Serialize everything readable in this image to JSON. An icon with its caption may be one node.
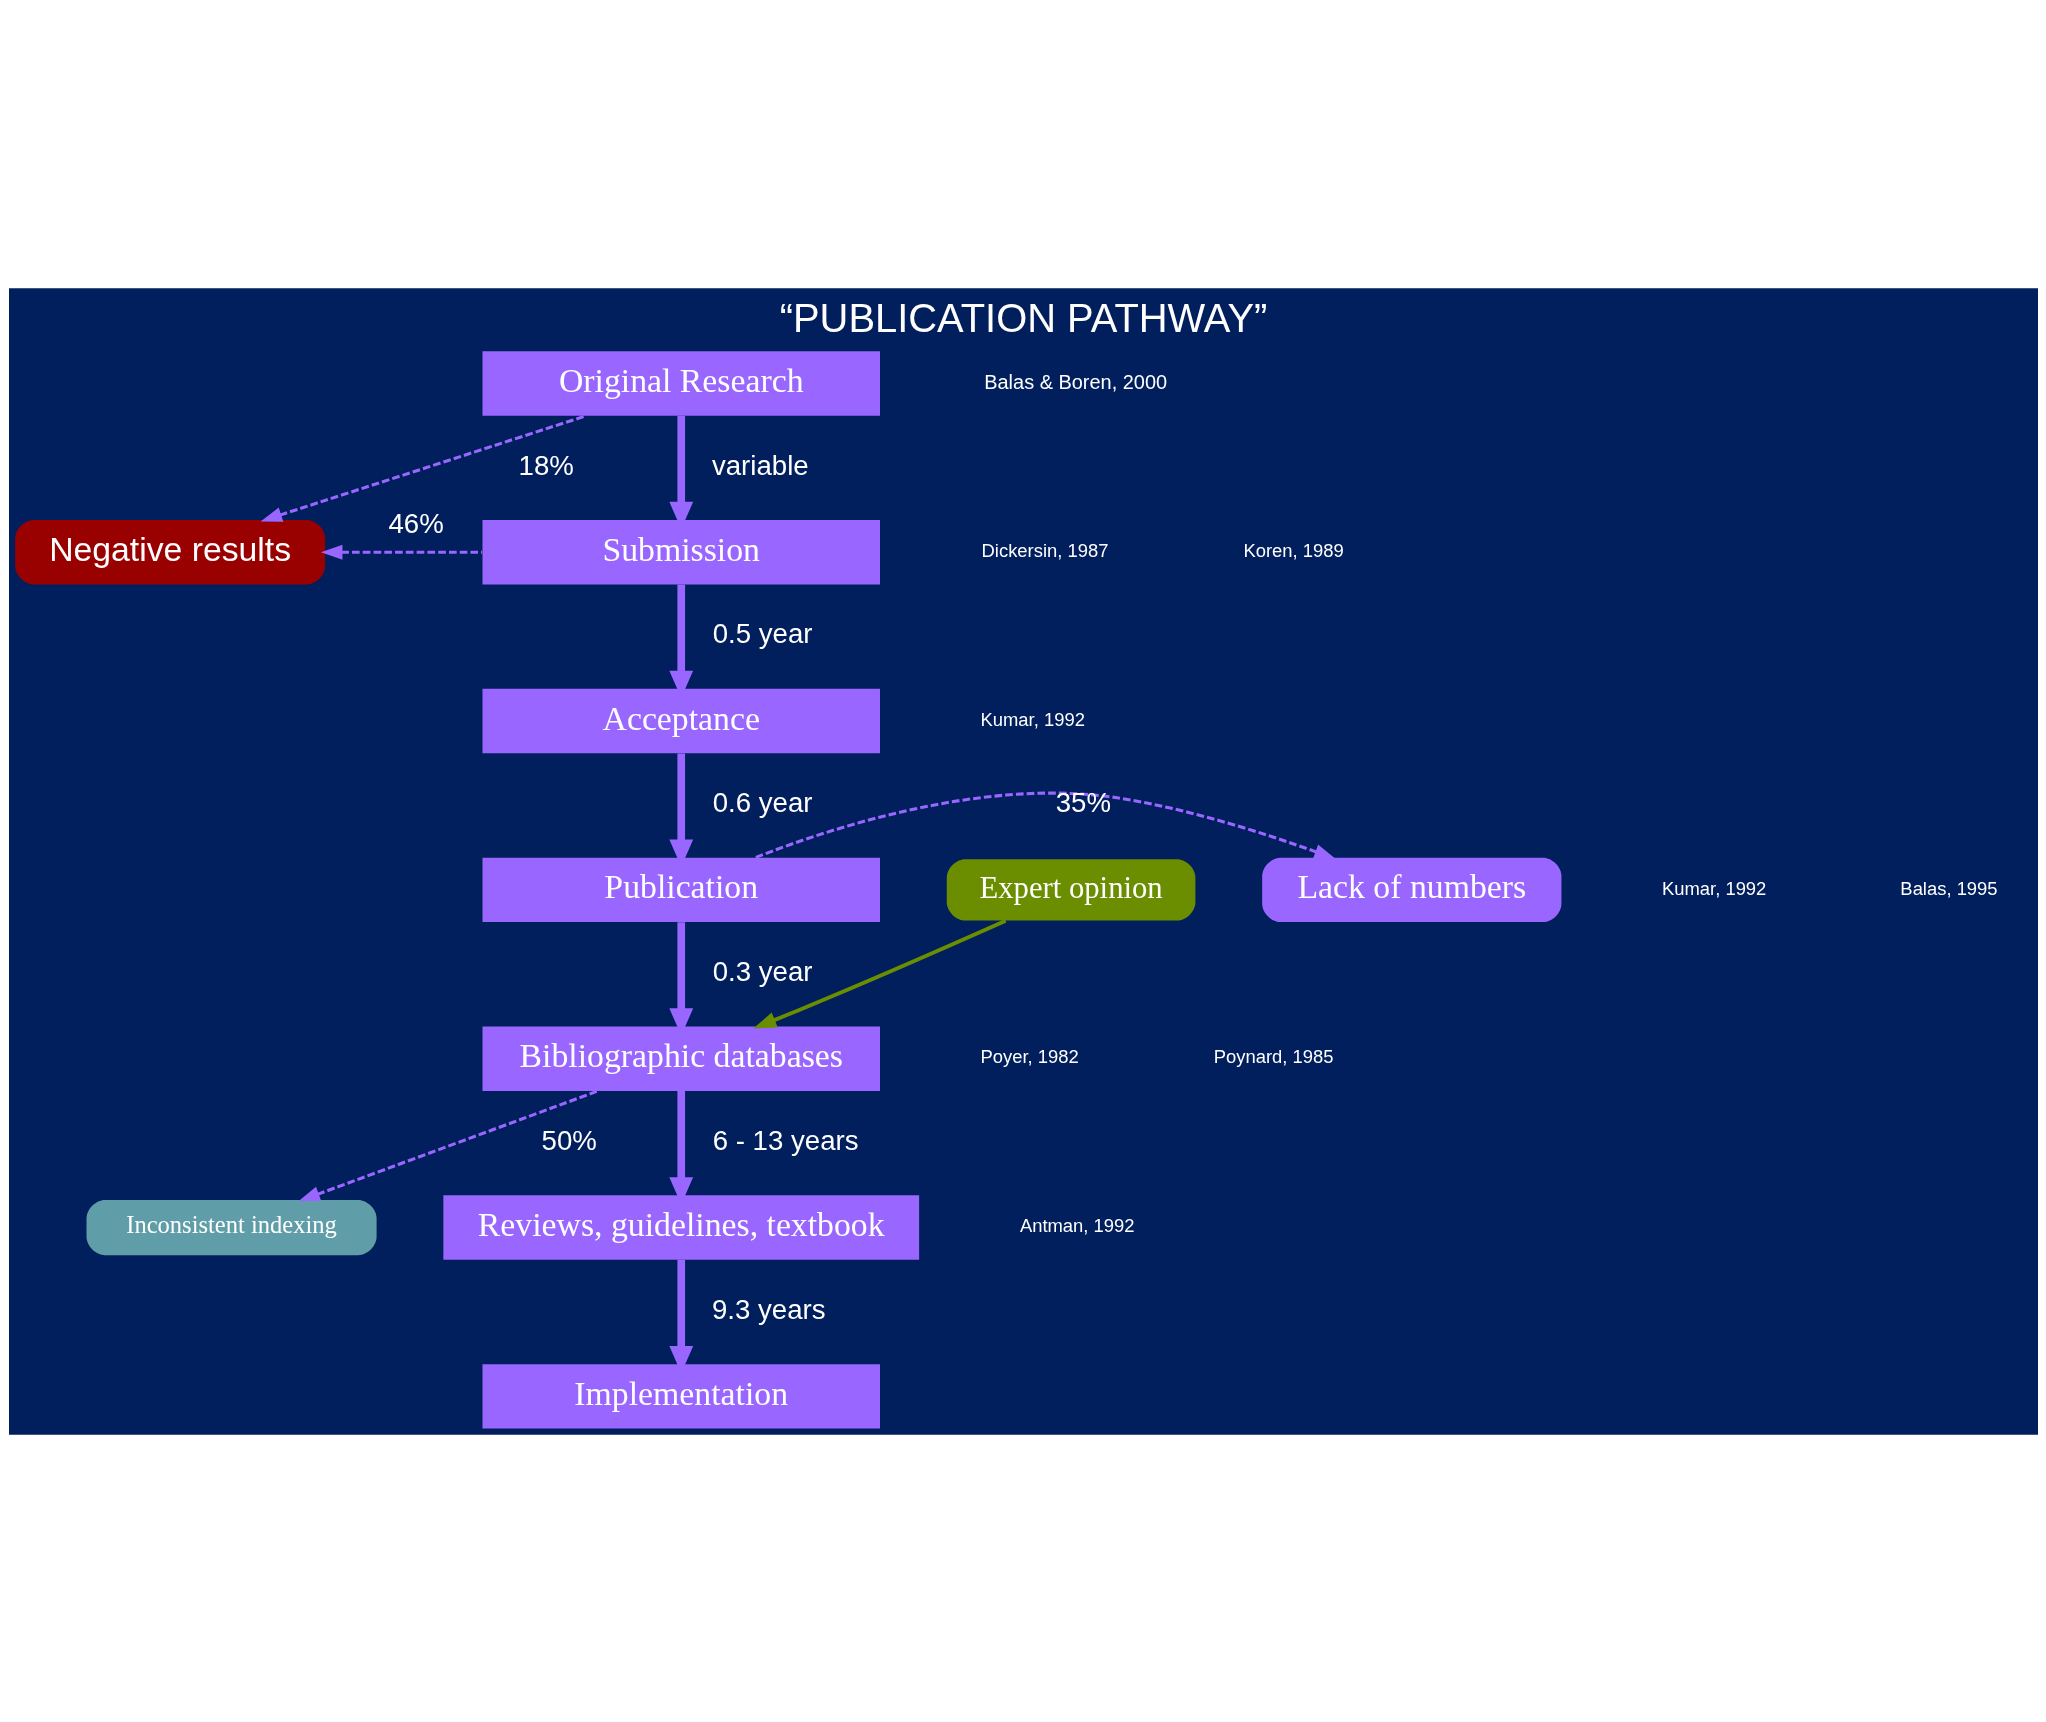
{
  "diagram": {
    "title": "“PUBLICATION PATHWAY”",
    "nodes": [
      {
        "text": [
          "Original Research"
        ]
      },
      {
        "text": [
          "Submission"
        ]
      },
      {
        "text": [
          "Acceptance"
        ]
      },
      {
        "text": [
          "Publication"
        ]
      },
      {
        "text": [
          "Bibliographic databases"
        ]
      },
      {
        "text": [
          "Reviews, guidelines, textbook"
        ]
      },
      {
        "text": [
          "Implementation"
        ]
      },
      {
        "text": [
          "Negative results"
        ]
      },
      {
        "text": [
          "Lack of numbers"
        ]
      },
      {
        "text": [
          "Inconsistent indexing"
        ]
      },
      {
        "text": [
          "Expert opinion"
        ]
      }
    ],
    "edges": [
      {
        "from": 0,
        "to": 1,
        "arrow": "to",
        "label": "variable"
      },
      {
        "from": 1,
        "to": 2,
        "arrow": "to",
        "label": "0.5 year"
      },
      {
        "from": 2,
        "to": 3,
        "arrow": "to",
        "label": "0.6 year"
      },
      {
        "from": 3,
        "to": 4,
        "arrow": "to",
        "label": "0.3 year"
      },
      {
        "from": 4,
        "to": 5,
        "arrow": "to",
        "label": "6 - 13 years"
      },
      {
        "from": 5,
        "to": 6,
        "arrow": "to",
        "label": "9.3 years"
      },
      {
        "from": 0,
        "to": 7,
        "arrow": "to",
        "label": "18%",
        "style": "dashed"
      },
      {
        "from": 1,
        "to": 7,
        "arrow": "to",
        "label": "46%",
        "style": "dashed"
      },
      {
        "from": 3,
        "to": 8,
        "arrow": "to",
        "label": "35%",
        "style": "dashed"
      },
      {
        "from": 4,
        "to": 9,
        "arrow": "to",
        "label": "50%",
        "style": "dashed"
      },
      {
        "from": 10,
        "to": 4,
        "arrow": "to",
        "color": "#6b8e00"
      }
    ],
    "labels": [
      "Balas & Boren, 2000",
      "Dickersin, 1987",
      "Koren, 1989",
      "Kumar, 1992",
      "Kumar, 1992",
      "Balas, 1995",
      "Poyer, 1982",
      "Poynard, 1985",
      "Antman, 1992"
    ]
  }
}
